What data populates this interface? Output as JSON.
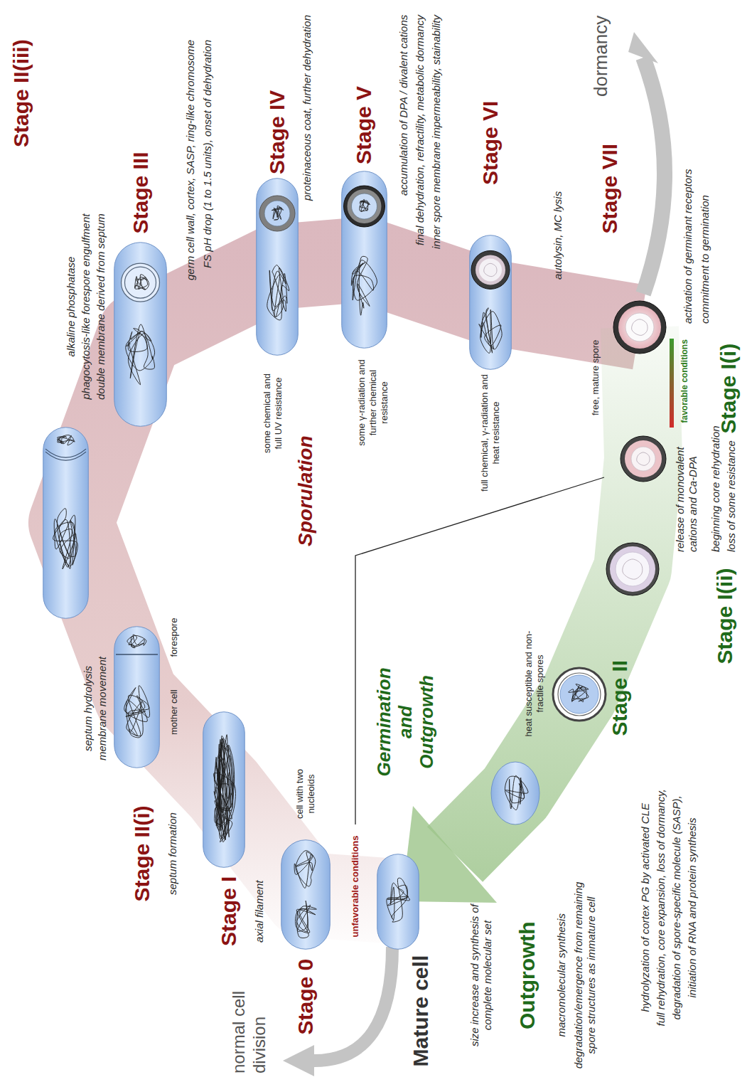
{
  "diagram": {
    "nodes": [
      {
        "text": [
          "Mature cell"
        ]
      },
      {
        "text": [
          "Stage 0"
        ]
      },
      {
        "text": [
          "Stage I"
        ]
      },
      {
        "text": [
          "Stage II(i)"
        ]
      },
      {
        "text": [
          "Stage II(iii)"
        ]
      },
      {
        "text": [
          "Stage III"
        ]
      },
      {
        "text": [
          "Stage IV"
        ]
      },
      {
        "text": [
          "Stage V"
        ]
      },
      {
        "text": [
          "Stage VI"
        ]
      },
      {
        "text": [
          "Stage VII"
        ]
      },
      {
        "text": [
          "Stage I(i)"
        ]
      },
      {
        "text": [
          "Stage I(ii)"
        ]
      },
      {
        "text": [
          "Stage II"
        ]
      },
      {
        "text": [
          "Outgrowth"
        ]
      }
    ],
    "labels": [
      "normal cell division",
      "dormancy",
      "Sporulation",
      "Germination and Outgrowth",
      "unfavorable conditions",
      "cell with two nucleoids",
      "axial filament",
      "septum formation",
      "mother cell",
      "forespore",
      "septum hydrolysis",
      "membrane movement",
      "alkaline phosphatase",
      "phagocytosis-like forespore engulfment",
      "double membrane derived from septum",
      "germ cell wall, cortex, SASP, ring-like chromosome",
      "FS pH drop (1 to 1.5 units), onset of dehydration",
      "proteinaceous coat, further dehydration",
      "accumulation of DPA / divalent cations",
      "final dehydration, refractility, metabolic dormancy",
      "inner spore membrane impermeability, stainability",
      "autolysin, MC lysis",
      "some chemical and full UV resistance",
      "some γ-radiation and further chemical resistance",
      "full chemical, γ-radiation and heat resistance",
      "free, mature spore",
      "favorable conditions",
      "activation of germinant receptors",
      "commitment to germination",
      "release of monovalent cations and Ca-DPA",
      "beginning core rehydration",
      "loss of some resistance",
      "heat susceptible and non-fractile spores",
      "hydrolyzation of cortex PG by activated CLE",
      "full rehydration, core expansion, loss of dormancy,",
      "degradation of spore-specific molecule (SASP),",
      "initiation of RNA and protein synthesis",
      "size increase and synthesis of complete molecular set",
      "macromolecular synthesis",
      "degradation/emergence from remaining spore structures as immature cell"
    ]
  }
}
